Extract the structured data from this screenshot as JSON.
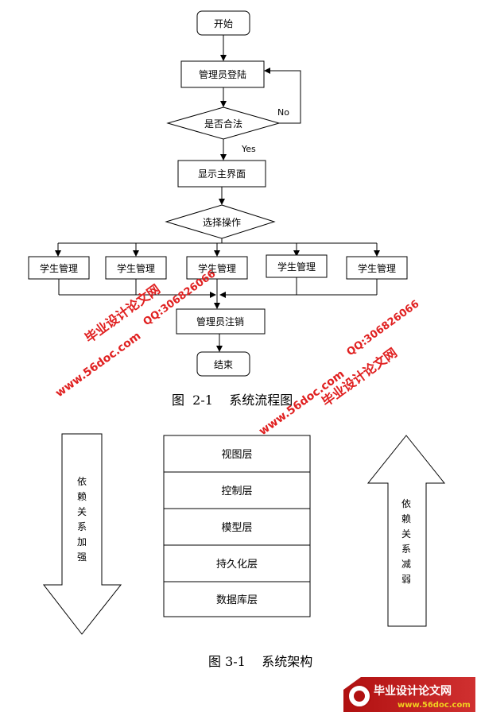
{
  "flowchart": {
    "start": "开始",
    "login": "管理员登陆",
    "decision": "是否合法",
    "no_label": "No",
    "yes_label": "Yes",
    "main": "显示主界面",
    "choose": "选择操作",
    "branches": [
      "学生管理",
      "学生管理",
      "学生管理",
      "学生管理",
      "学生管理"
    ],
    "logout": "管理员注销",
    "end": "结束",
    "caption": "图  2-1    系统流程图"
  },
  "architecture": {
    "layers": [
      "视图层",
      "控制层",
      "模型层",
      "持久化层",
      "数据库层"
    ],
    "left_arrow_text": [
      "依",
      "赖",
      "关",
      "系",
      "加",
      "强"
    ],
    "right_arrow_text": [
      "依",
      "赖",
      "关",
      "系",
      "减",
      "弱"
    ],
    "caption": "图 3-1    系统架构"
  },
  "watermarks": {
    "title_text": "毕业设计论文网",
    "qq_text": "QQ:306826066",
    "url_text": "www.56doc.com",
    "brand_text": "毕业设计论文网",
    "brand_url": "www.56doc.com"
  }
}
